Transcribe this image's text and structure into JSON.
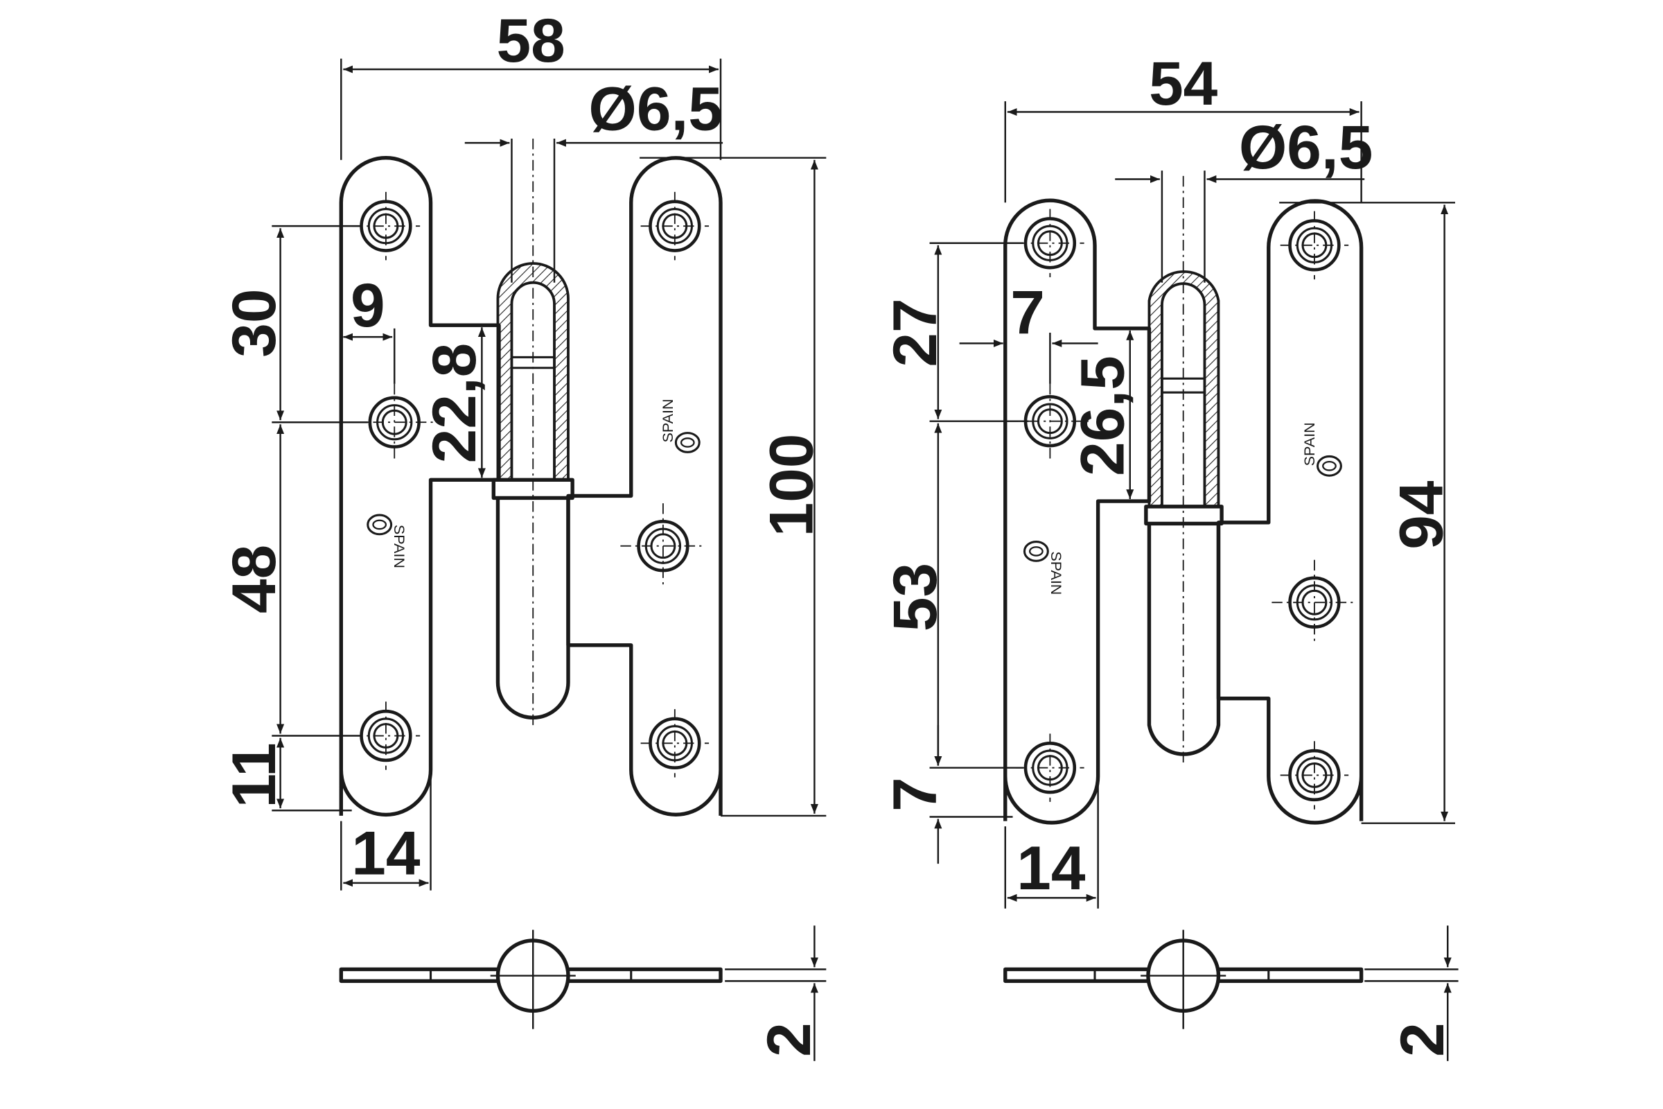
{
  "hinge_left": {
    "width": "58",
    "pin_diameter": "Ø6,5",
    "height": "100",
    "hole_spacing_top": "30",
    "hole_spacing_main": "48",
    "hole_edge_offset": "11",
    "hole_inset": "9",
    "knuckle_length": "22,8",
    "leaf_width": "14",
    "thickness": "2",
    "brand_mark": "SPAIN"
  },
  "hinge_right": {
    "width": "54",
    "pin_diameter": "Ø6,5",
    "height": "94",
    "hole_spacing_top": "27",
    "hole_spacing_main": "53",
    "hole_edge_offset": "7",
    "hole_inset": "7",
    "knuckle_length": "26,5",
    "leaf_width": "14",
    "thickness": "2",
    "brand_mark": "SPAIN"
  }
}
